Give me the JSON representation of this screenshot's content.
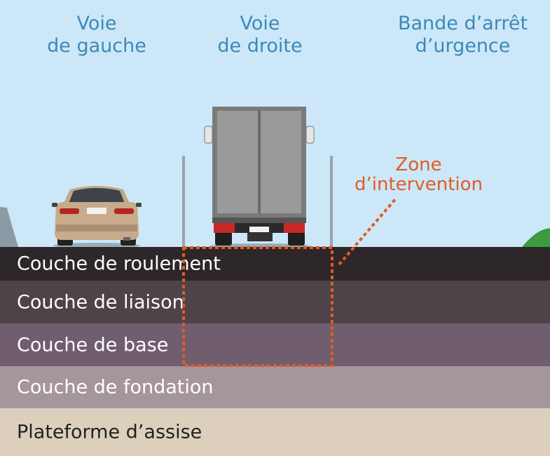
{
  "lanes": [
    {
      "line1": "Voie",
      "line2": "de gauche"
    },
    {
      "line1": "Voie",
      "line2": "de droite"
    },
    {
      "line1": "Bande d’arrêt",
      "line2": "d’urgence"
    }
  ],
  "zone": {
    "line1": "Zone",
    "line2": "d’intervention",
    "color": "#e25b26"
  },
  "layers": [
    {
      "label": "Couche de roulement",
      "color": "#2e2729"
    },
    {
      "label": "Couche de liaison",
      "color": "#4d4348"
    },
    {
      "label": "Couche de base",
      "color": "#705e6e"
    },
    {
      "label": "Couche de fondation",
      "color": "#a5959d"
    },
    {
      "label": "Plateforme d’assise",
      "color": "#dcd0bc"
    }
  ],
  "colors": {
    "sky": "#cce8f8",
    "lane_label": "#3f88b8"
  }
}
